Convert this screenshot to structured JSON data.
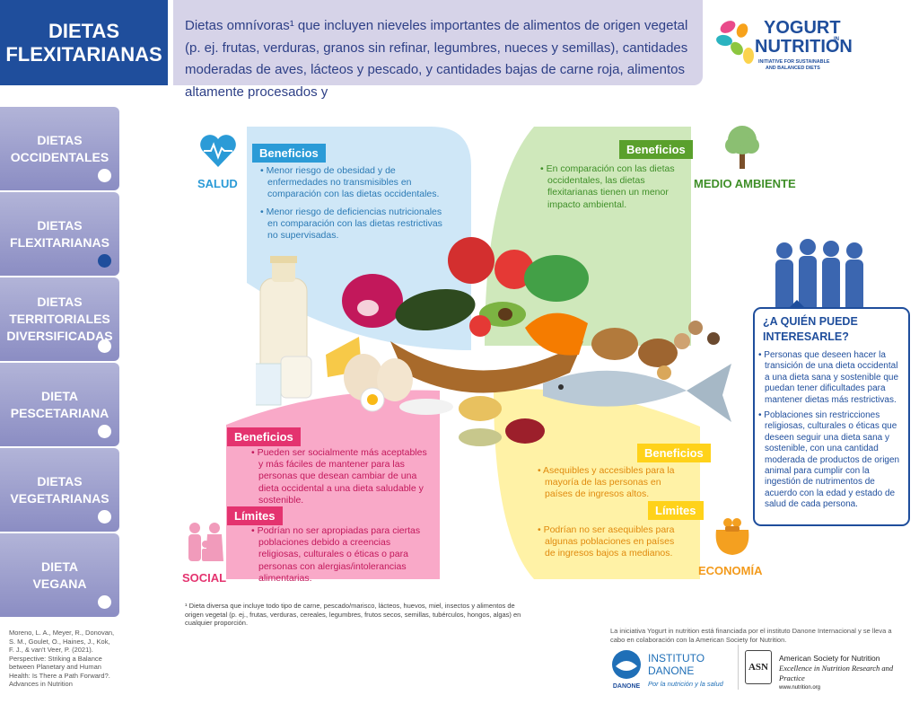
{
  "header": {
    "title": "DIETAS\nFLEXITARIANAS",
    "intro": "Dietas omnívoras¹ que incluyen nieveles importantes de alimentos de origen vegetal (p. ej. frutas, verduras, granos sin refinar, legumbres, nueces y semillas), cantidades moderadas de aves, lácteos y pescado, y cantidades bajas de carne roja, alimentos altamente procesados y",
    "logo": {
      "line1": "YOGURT",
      "small": "IN",
      "line2": "NUTRITION",
      "tag": "INITIATIVE FOR SUSTAINABLE AND BALANCED DIETS"
    }
  },
  "sidebar": {
    "items": [
      {
        "label": "DIETAS\nOCCIDENTALES",
        "active": false
      },
      {
        "label": "DIETAS\nFLEXITARIANAS",
        "active": true
      },
      {
        "label": "DIETAS\nTERRITORIALES\nDIVERSIFICADAS",
        "active": false
      },
      {
        "label": "DIETA\nPESCETARIANA",
        "active": false
      },
      {
        "label": "DIETAS\nVEGETARIANAS",
        "active": false
      },
      {
        "label": "DIETA\nVEGANA",
        "active": false
      }
    ]
  },
  "salud": {
    "label": "SALUD",
    "chip": "Beneficios",
    "b1": "Menor riesgo de obesidad y de enfermedades no transmisibles en comparación con las dietas occidentales.",
    "b2": "Menor riesgo de deficiencias nutricionales en comparación con las dietas restrictivas no supervisadas."
  },
  "ambiente": {
    "label": "MEDIO AMBIENTE",
    "chip": "Beneficios",
    "b1": "En comparación con las dietas occidentales, las dietas flexitarianas tienen un menor impacto ambiental."
  },
  "social": {
    "label": "SOCIAL",
    "chip1": "Beneficios",
    "b1": "Pueden ser socialmente más aceptables y más fáciles de mantener para las personas que desean cambiar de una dieta occidental a una dieta saludable y sostenible.",
    "chip2": "Límites",
    "l1": "Podrían no ser apropiadas para ciertas poblaciones debido a creencias religiosas, culturales o éticas o para personas con alergias/intolerancias alimentarias."
  },
  "economia": {
    "label": "ECONOMÍA",
    "chip1": "Beneficios",
    "b1": "Asequibles y accesibles para la mayoría de las personas en países de ingresos altos.",
    "chip2": "Límites",
    "l1": "Podrían no ser asequibles para algunas poblaciones en países de ingresos bajos a medianos."
  },
  "audience": {
    "title": "¿A QUIÉN PUEDE\nINTERESARLE?",
    "p1": "Personas que deseen hacer la transición de una dieta occidental a una dieta sana y sostenible que puedan tener dificultades para mantener dietas más restrictivas.",
    "p2": "Poblaciones sin restricciones religiosas, culturales o éticas que deseen seguir una dieta sana y sostenible, con una cantidad moderada de productos de origen animal para cumplir con la ingestión de nutrimentos de acuerdo con la edad y estado de salud de cada persona."
  },
  "footnote": "¹ Dieta diversa que incluye todo tipo de carne, pescado/marisco, lácteos, huevos, miel, insectos y alimentos de origen vegetal (p. ej., frutas, verduras, cereales, legumbres, frutos secos, semillas, tubérculos, hongos, algas) en cualquier proporción.",
  "reference": "Moreno, L. A., Meyer, R., Donovan, S. M., Goulet, O., Haines, J., Kok, F. J., & van't Veer, P. (2021). Perspective: Striking a Balance between Planetary and Human Health: Is There a Path Forward?. Advances in Nutrition",
  "sponsor": {
    "text": "La iniciativa Yogurt in nutrition está financiada por el instituto Danone Internacional y se lleva a cabo en colaboración con la American Society for Nutrition.",
    "danone1": "INSTITUTO",
    "danone2": "DANONE",
    "danone_tag": "Por la nutrición y la salud",
    "danone_small": "DANONE",
    "asn_mark": "ASN",
    "asn_name": "American Society for Nutrition",
    "asn_tag": "Excellence in Nutrition Research and Practice",
    "asn_url": "www.nutrition.org"
  },
  "colors": {
    "navy": "#1f4e9c",
    "salud": "#2b9bd7",
    "ambiente": "#5aa02c",
    "social": "#e4336f",
    "economia": "#ffd21a",
    "economia_label": "#f39a1b"
  }
}
